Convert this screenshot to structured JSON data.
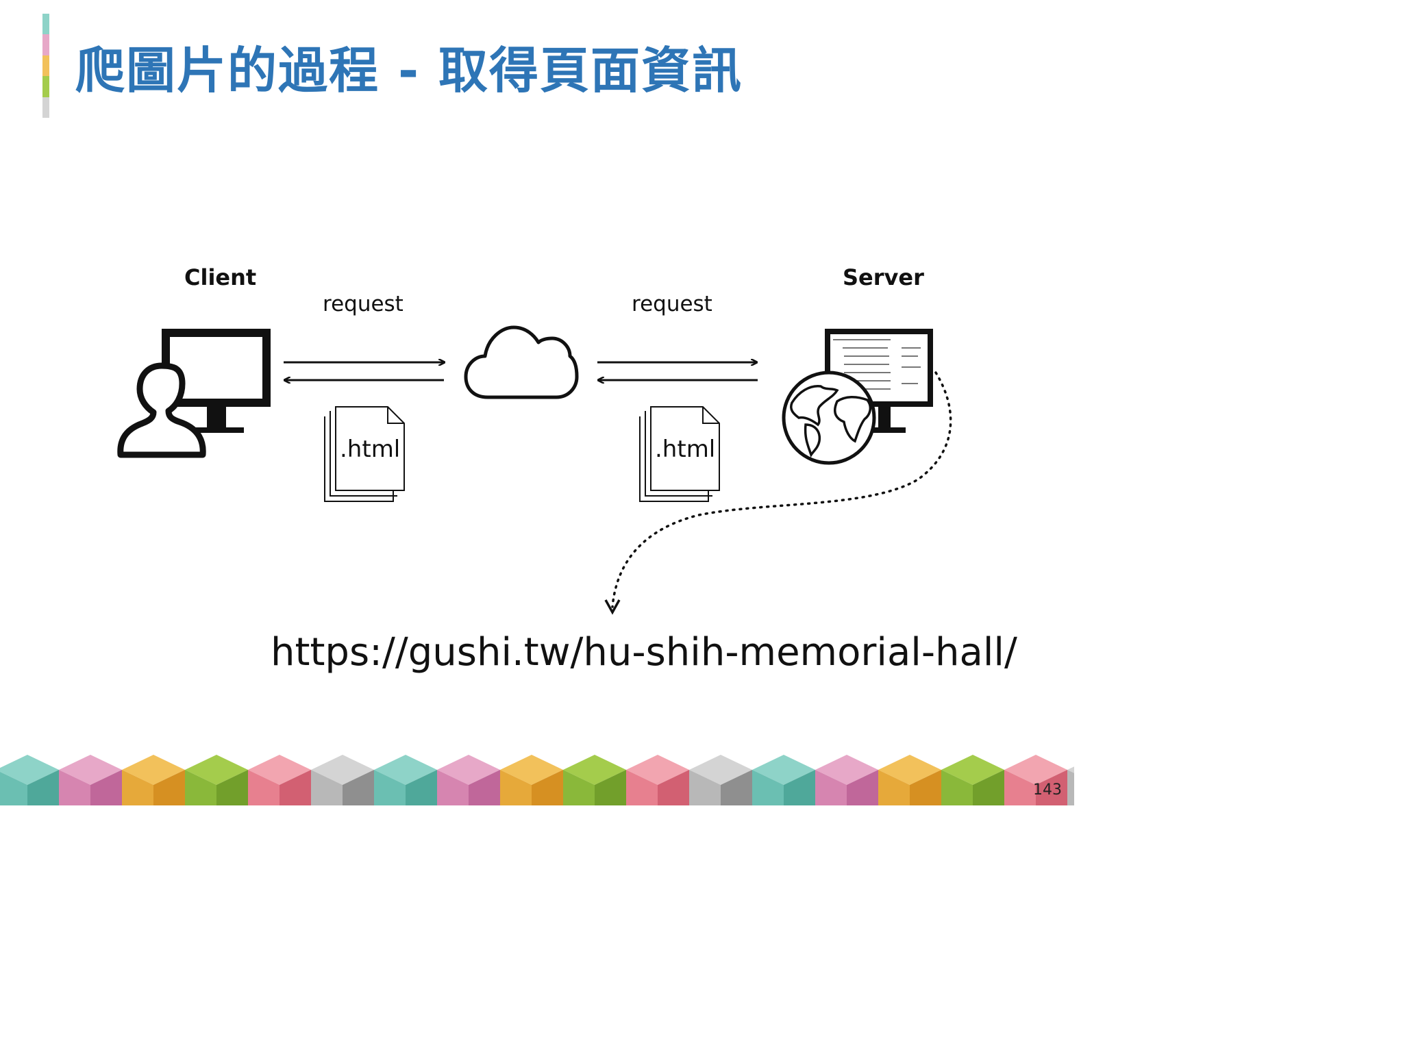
{
  "title": "爬圖片的過程 - 取得頁面資訊",
  "diagram": {
    "client_label": "Client",
    "server_label": "Server",
    "request_left": "request",
    "request_right": "request",
    "file_left": ".html",
    "file_right": ".html"
  },
  "url": "https://gushi.tw/hu-shih-memorial-hall/",
  "page_number": "143",
  "colors": {
    "title": "#2e75b6",
    "accent": [
      "#8ed3c8",
      "#e7a8c8",
      "#f2c15b",
      "#a4cc4c",
      "#d4d4d4"
    ]
  },
  "icons": [
    "user-computer-icon",
    "cloud-icon",
    "html-file-icon",
    "server-globe-icon"
  ]
}
